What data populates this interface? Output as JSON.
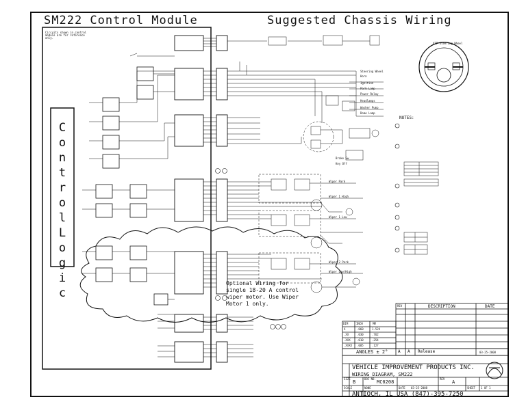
{
  "titles": {
    "module": "SM222 Control Module",
    "chassis": "Suggested Chassis Wiring",
    "logic": "Control Logic"
  },
  "module_note": "Circuits shown in control module are for reference only.",
  "optional_note": "Optional Wiring for single 18-20 A control wiper motor. Use Wiper Motor 1 only.",
  "steering_label": "VIP Steering Wheel",
  "connector_labels": [
    "Steering Wheel",
    "Horn",
    "Ignition",
    "Park Lamp",
    "Power Relay",
    "Headlamps",
    "Washer Pump",
    "Dome Lamp",
    "Brake Sw",
    "Key Off",
    "Wiper Park",
    "Wiper 1 High",
    "Wiper 1 Low",
    "Wiper 2 Park",
    "Wiper Low/High"
  ],
  "notes_heading": "NOTES:",
  "title_block": {
    "rev_col": "REV",
    "description_col": "DESCRIPTION",
    "date_col": "DATE",
    "rev_row_letter": "A",
    "rev_row_letter2": "A",
    "rev_row_desc": "Release",
    "rev_row_date": "03-25-2008",
    "angles": "ANGLES ± 2°",
    "company": "VEHICLE IMPROVEMENT PRODUCTS INC.",
    "doc_title": "WIRING DIAGRAM, SM222",
    "address": "ANTIOCH, IL USA (847)-395-7250",
    "size": "SIZE",
    "size_value": "B",
    "doc_no_label": "DOC NO.",
    "doc_no": "MC0208",
    "rev_label": "REV",
    "rev_value": "A",
    "scale_label": "SCALE",
    "scale_value": "NONE",
    "date_label": "DATE",
    "date_value": "03-25-2008",
    "sheet_label": "SHEET",
    "sheet_value": "1 OF 1"
  },
  "tolerance_table": {
    "headers": [
      "DIM",
      "INCH",
      "MM"
    ],
    "rows": [
      [
        "X",
        ".060",
        "1.524"
      ],
      [
        ".XX",
        ".030",
        ".762"
      ],
      [
        ".XXX",
        ".010",
        ".254"
      ],
      [
        ".XXXX",
        ".005",
        ".127"
      ]
    ]
  }
}
